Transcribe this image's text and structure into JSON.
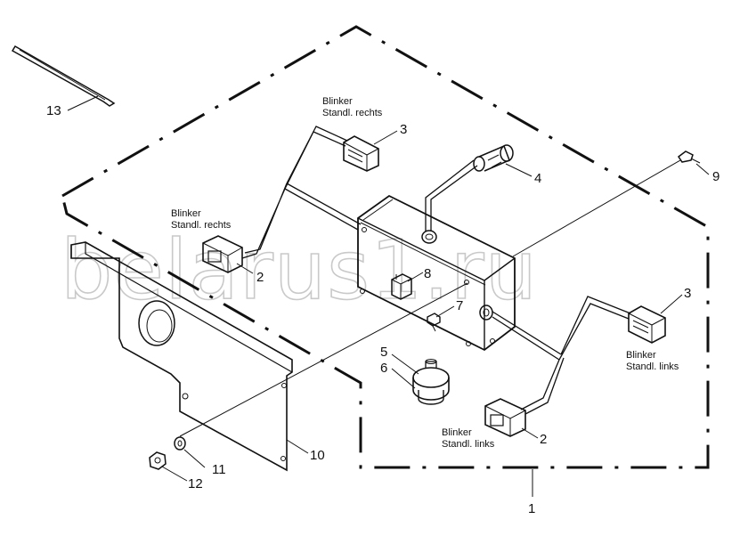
{
  "watermark": "belarus1.ru",
  "labels": {
    "right_upper": [
      "Blinker",
      "Standl. rechts"
    ],
    "right_lower": [
      "Blinker",
      "Standl. rechts"
    ],
    "left_right_side": [
      "Blinker",
      "Standl. links"
    ],
    "left_bottom": [
      "Blinker",
      "Standl. links"
    ]
  },
  "callouts": {
    "c1": "1",
    "c2a": "2",
    "c2b": "2",
    "c3a": "3",
    "c3b": "3",
    "c4": "4",
    "c5": "5",
    "c6": "6",
    "c7": "7",
    "c8": "8",
    "c9": "9",
    "c10": "10",
    "c11": "11",
    "c12": "12",
    "c13": "13"
  }
}
